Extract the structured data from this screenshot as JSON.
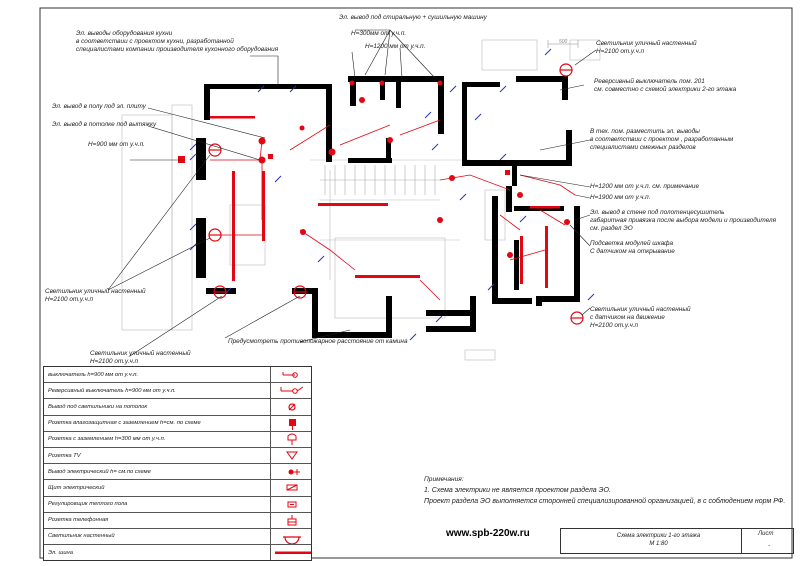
{
  "notes": {
    "kitchen_equipment": "Эл. выводы оборудования кухни\nв соответствии с проектом кухни, разработанной\nспециалистами компании производителя кухонного оборудования",
    "washer_dryer": "Эл. вывод  под стиральную + сушильную машину",
    "h300": "H=300мм от у.ч.п.",
    "h1200": "H=1200 мм от у.ч.п.",
    "street_light_top": "Светильник уличный настенный\nH=2100 от.у.ч.п",
    "reversing_switch_201": "Реверсивный выключатель пом. 201\nсм. совместно с  схемой  электрики 2-го этажа",
    "floor_stove": "Эл. вывод в полу под эл. плиту",
    "ceiling_hood": "Эл. вывод в потолке под вытяжку",
    "h900": "H=900 мм от у.ч.п.",
    "tech_room": "В тех. пом. разместить эл. выводы\nв соответствии с проектом , разработанным\nспециалистами смежных разделов",
    "h1200_note": "H=1200 мм от у.ч.п. см. примечание",
    "h1900": "H=1900 мм от у.ч.п.",
    "towel_dryer": "Эл. вывод в стене под полотенцесушитель\nгабаритная привязка после выбора модели и производителя\nсм. раздел ЭО",
    "cabinet_light": "Подсветка модулей шкафа\nС датчиком на открывание",
    "street_light_left": "Светильник уличный настенный\nH=2100 от.у.ч.п",
    "street_light_motion": "Светильник уличный настенный\nс датчиком на движение\nH=2100 от.у.ч.п",
    "street_light_bottom": "Светильник уличный настенный\nH=2100 от.у.ч.п",
    "fireplace": "Предусмотреть противопожарное расстояние от камина",
    "dim_500": "500"
  },
  "legend": [
    {
      "label": "выключатель h=900 мм от у.ч.п.",
      "symbol": "switch"
    },
    {
      "label": "Реверсивный выключатель h=900 мм от у.ч.п.",
      "symbol": "reversing-switch"
    },
    {
      "label": "Вывод под светильники на потолок",
      "symbol": "ceiling-outlet"
    },
    {
      "label": "Розетка влагозащитная с заземлением h=см. по схеме",
      "symbol": "waterproof-socket"
    },
    {
      "label": "Розетка с заземлением h=300 мм от у.ч.п.",
      "symbol": "grounded-socket"
    },
    {
      "label": "Розетка TV",
      "symbol": "tv-socket"
    },
    {
      "label": "Вывод электрический h= см.по схеме",
      "symbol": "electrical-outlet"
    },
    {
      "label": "Щит электрический",
      "symbol": "electrical-panel"
    },
    {
      "label": "Регулировщик теплого пола",
      "symbol": "floor-heating-regulator"
    },
    {
      "label": "Розетка телефонная",
      "symbol": "phone-socket"
    },
    {
      "label": "Светильник настенный",
      "symbol": "wall-light"
    },
    {
      "label": "Эл. шина",
      "symbol": "busbar"
    }
  ],
  "remarks": {
    "title": "Примечания:",
    "line1": "1. Схема электрики не является проектом раздела ЭО.",
    "line2": "Проект раздела ЭО выполняется сторонней специализированной организацией, в  с соблюдением норм РФ."
  },
  "stamp": {
    "title": "Схема электрики 1-го этажа",
    "scale": "М 1:80",
    "sheet_label": "Лист",
    "sheet_value": "-"
  },
  "website": "www.spb-220w.ru",
  "colors": {
    "wall": "#000000",
    "accent": "#e30613",
    "hatch": "#2233bb",
    "line": "#444444"
  }
}
